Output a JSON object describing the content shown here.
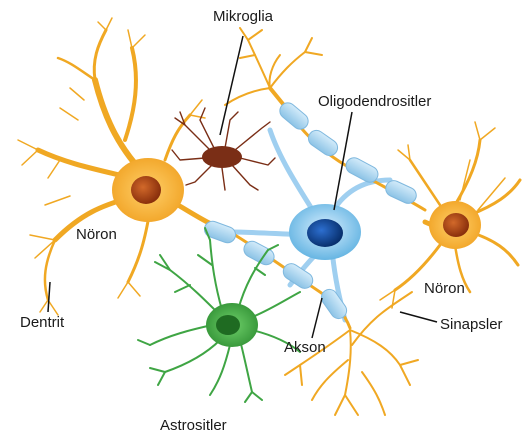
{
  "labels": {
    "mikroglia": "Mikroglia",
    "oligodendrositler": "Oligodendrositler",
    "noron_left": "Nöron",
    "noron_right": "Nöron",
    "dentrit": "Dentrit",
    "sinapsler": "Sinapsler",
    "akson": "Akson",
    "astrositler": "Astrositler"
  },
  "colors": {
    "neuron": "#f0a823",
    "neuron_dark": "#d98a0f",
    "nucleus": "#b24a10",
    "oligo_sheath": "#a9d2ee",
    "oligo_body": "#58b3e6",
    "oligo_nucleus": "#0d3f8c",
    "astrocyte": "#3fa544",
    "astro_nucleus": "#1f6b22",
    "microglia": "#7a2e16",
    "line": "#111111"
  }
}
